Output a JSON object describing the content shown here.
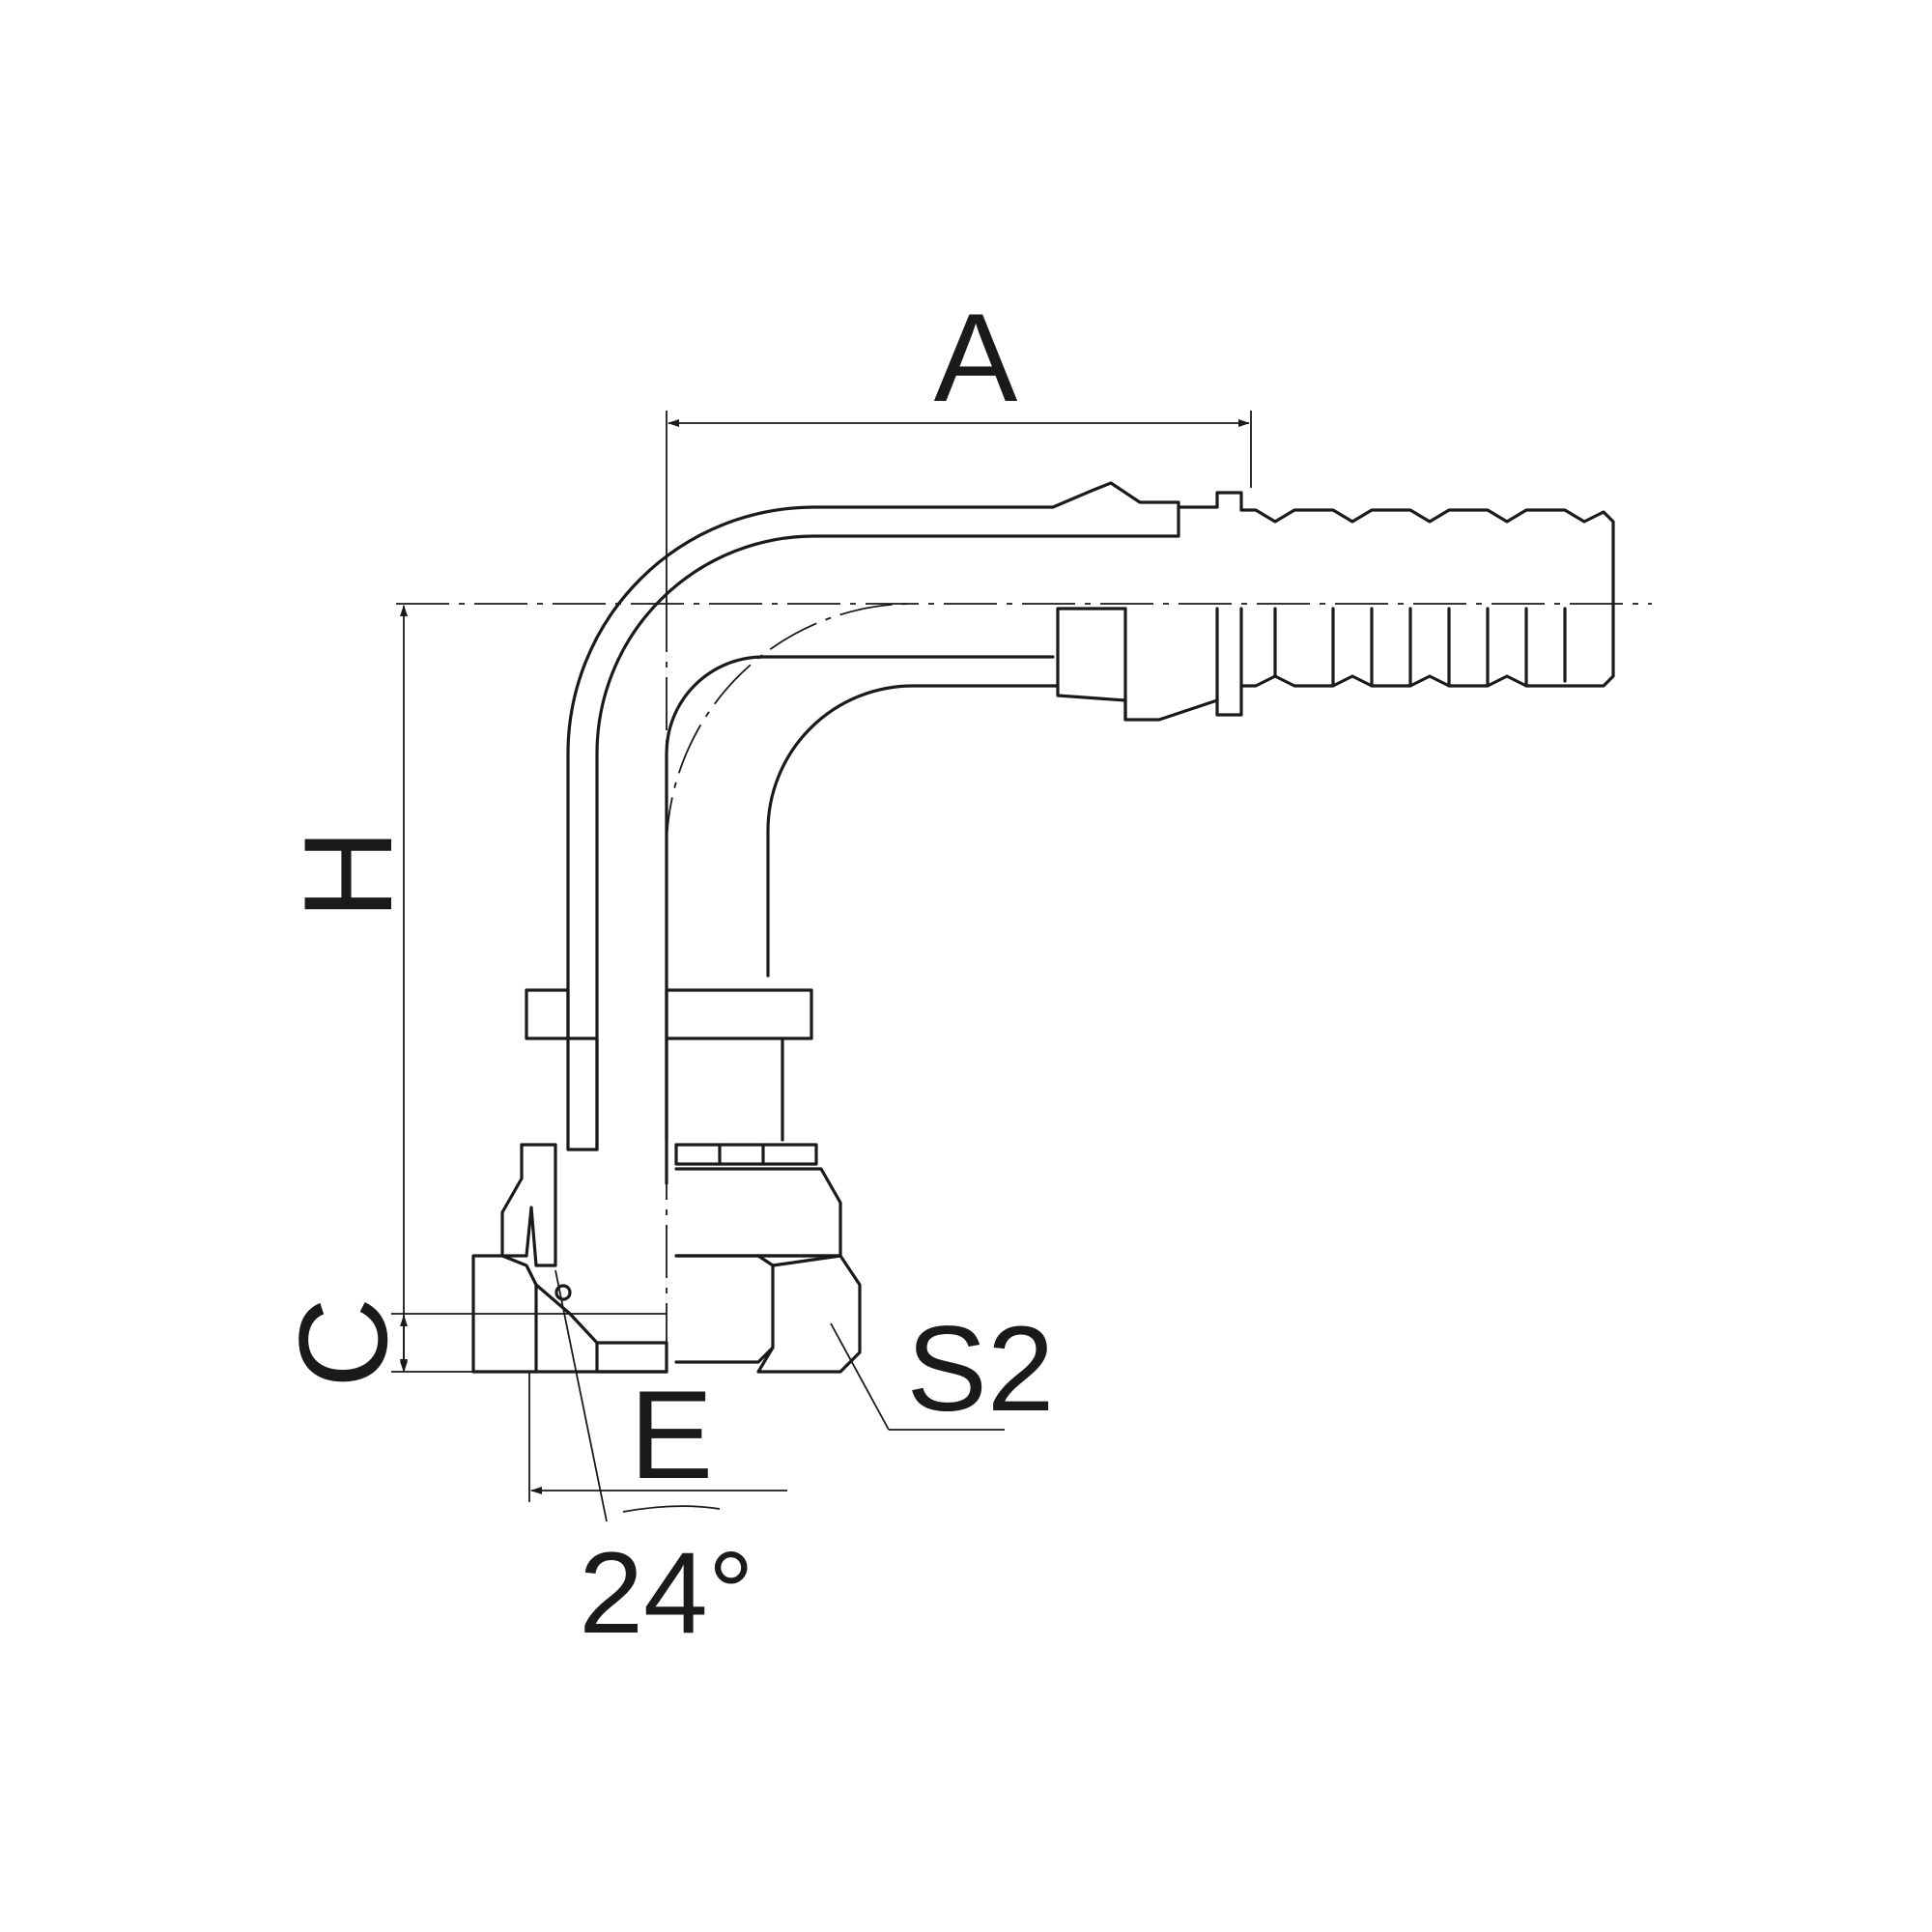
{
  "labels": {
    "a": "A",
    "h": "H",
    "c": "C",
    "e": "E",
    "s2": "S2",
    "angle": "24°"
  },
  "colors": {
    "line": "#1a1a1a",
    "background": "#ffffff"
  }
}
